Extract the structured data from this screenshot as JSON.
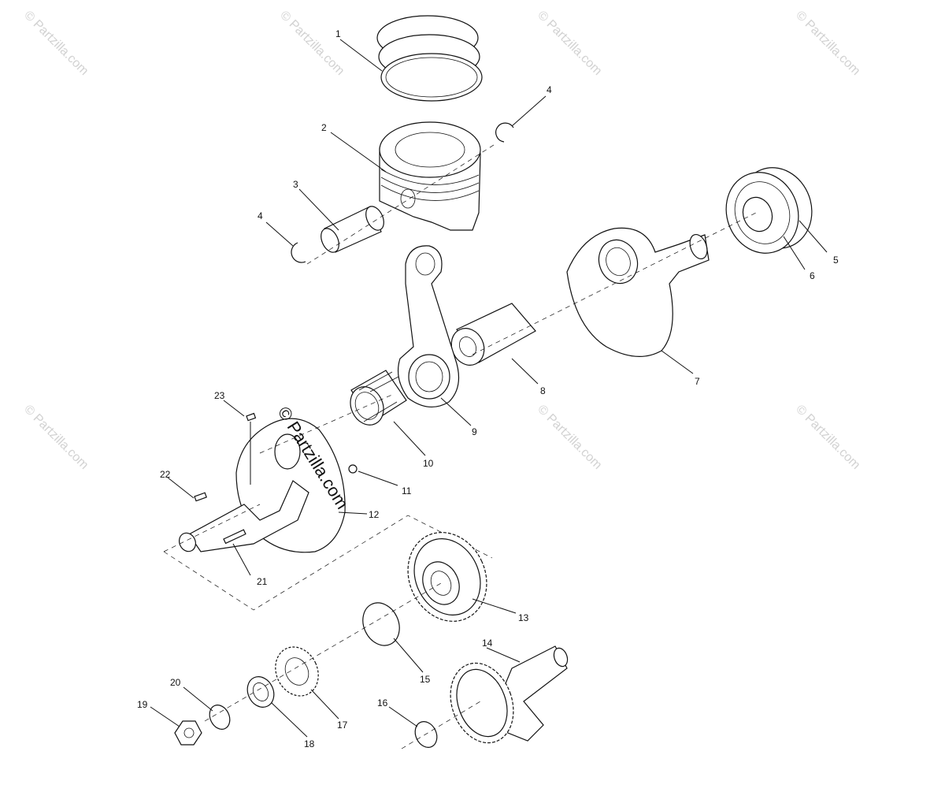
{
  "watermark": {
    "corner_text": "© Partzilla.com",
    "center_text": "© Partzilla.com"
  },
  "callouts": [
    {
      "id": "c1",
      "number": "1",
      "part": "piston-ring-set"
    },
    {
      "id": "c2",
      "number": "2",
      "part": "piston"
    },
    {
      "id": "c3",
      "number": "3",
      "part": "piston-pin"
    },
    {
      "id": "c4a",
      "number": "4",
      "part": "circlip"
    },
    {
      "id": "c4b",
      "number": "4",
      "part": "circlip"
    },
    {
      "id": "c5",
      "number": "5",
      "part": "bearing"
    },
    {
      "id": "c6",
      "number": "6",
      "part": "bearing-ring"
    },
    {
      "id": "c7",
      "number": "7",
      "part": "crankshaft-right"
    },
    {
      "id": "c8",
      "number": "8",
      "part": "crank-pin"
    },
    {
      "id": "c9",
      "number": "9",
      "part": "connecting-rod"
    },
    {
      "id": "c10",
      "number": "10",
      "part": "needle-bearing"
    },
    {
      "id": "c11",
      "number": "11",
      "part": "ball"
    },
    {
      "id": "c12",
      "number": "12",
      "part": "crankshaft-left"
    },
    {
      "id": "c13",
      "number": "13",
      "part": "drive-gear"
    },
    {
      "id": "c14",
      "number": "14",
      "part": "balancer-shaft"
    },
    {
      "id": "c15",
      "number": "15",
      "part": "shim"
    },
    {
      "id": "c16",
      "number": "16",
      "part": "washer"
    },
    {
      "id": "c17",
      "number": "17",
      "part": "sprocket"
    },
    {
      "id": "c18",
      "number": "18",
      "part": "collar"
    },
    {
      "id": "c19",
      "number": "19",
      "part": "nut"
    },
    {
      "id": "c20",
      "number": "20",
      "part": "washer"
    },
    {
      "id": "c21",
      "number": "21",
      "part": "pin"
    },
    {
      "id": "c22",
      "number": "22",
      "part": "key"
    },
    {
      "id": "c23",
      "number": "23",
      "part": "key"
    }
  ]
}
